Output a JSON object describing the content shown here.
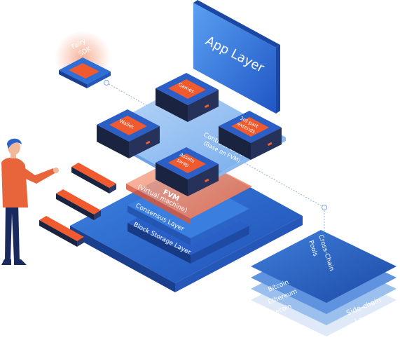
{
  "diagram": {
    "app_layer": "App Layer",
    "fairy_sdk": [
      "Fairy",
      "SDK"
    ],
    "contract_layer": [
      "Contract Layer",
      "(Base on FVM)"
    ],
    "modules": {
      "games": [
        "Games"
      ],
      "wallet": [
        "Wallet"
      ],
      "third_party": [
        "3rd part",
        "extends"
      ],
      "assets_swap": [
        "Assets",
        "swap"
      ]
    },
    "fvm": [
      "FVM",
      "(Virtual machine)"
    ],
    "consensus_layer": "Consensus Layer",
    "block_storage_layer": "Block Storage Layer",
    "cross_chain": [
      "Cross-Chain",
      "Pools"
    ],
    "chains": [
      "Bitcoin",
      "Ethereum",
      "Litecoin"
    ],
    "side_chain": [
      "Side-chain",
      "Layers"
    ]
  },
  "colors": {
    "blue_dark": "#1e4ea8",
    "blue_mid": "#2d74e0",
    "blue_light": "#7fb2f0",
    "orange": "#f05a2e",
    "navy": "#1a2340",
    "person_shirt": "#e8643a",
    "person_pants": "#1b2a5c"
  }
}
